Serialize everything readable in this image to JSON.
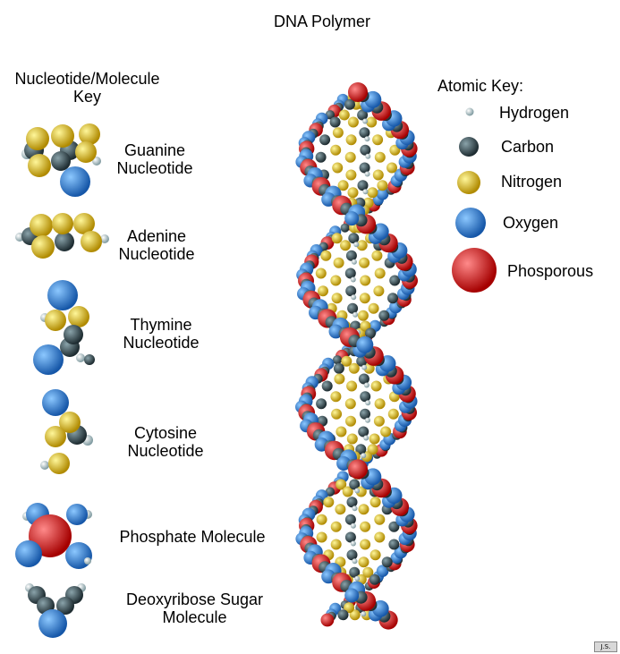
{
  "title": "DNA Polymer",
  "nucleotide_key": {
    "heading_line1": "Nucleotide/Molecule",
    "heading_line2": "Key",
    "items": [
      {
        "line1": "Guanine",
        "line2": "Nucleotide"
      },
      {
        "line1": "Adenine",
        "line2": "Nucleotide"
      },
      {
        "line1": "Thymine",
        "line2": "Nucleotide"
      },
      {
        "line1": "Cytosine",
        "line2": "Nucleotide"
      },
      {
        "line1": "Phosphate Molecule",
        "line2": ""
      },
      {
        "line1": "Deoxyribose Sugar",
        "line2": "Molecule"
      }
    ]
  },
  "atomic_key": {
    "heading": "Atomic Key:",
    "items": [
      {
        "label": "Hydrogen",
        "color": "#c8d8dc"
      },
      {
        "label": "Carbon",
        "color": "#3a4e55"
      },
      {
        "label": "Nitrogen",
        "color": "#e8c81a"
      },
      {
        "label": "Oxygen",
        "color": "#2f86d8"
      },
      {
        "label": "Phosporous",
        "color": "#e01818"
      }
    ]
  },
  "signature": "J.S."
}
